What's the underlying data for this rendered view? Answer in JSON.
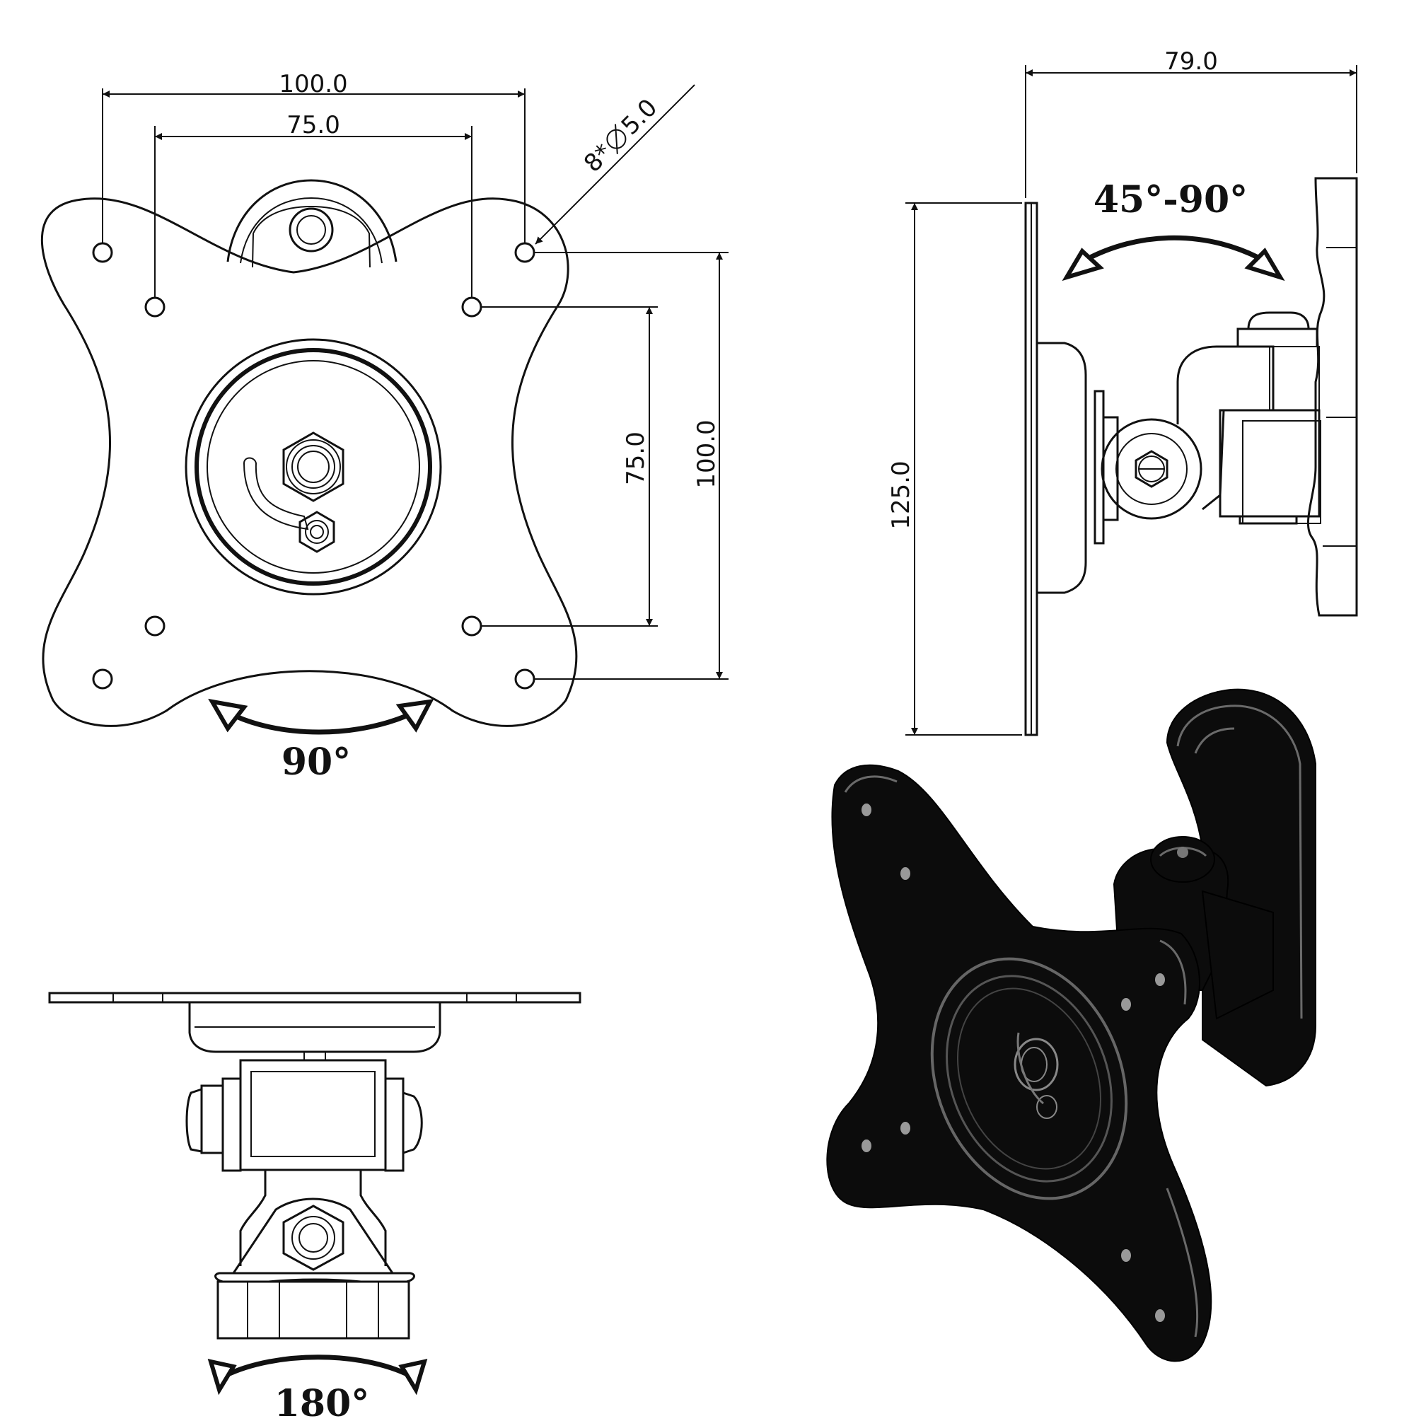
{
  "front_view": {
    "dims": {
      "outer_width": "100.0",
      "inner_width": "75.0",
      "hole_spec": "8*",
      "hole_diameter": "5.0",
      "inner_height": "75.0",
      "outer_height": "100.0"
    },
    "rotation_label": "90°"
  },
  "side_view": {
    "dims": {
      "depth": "79.0",
      "plate_height": "125.0"
    },
    "tilt_label": "45°-90°"
  },
  "top_view": {
    "swivel_label": "180°"
  },
  "colors": {
    "line": "#111111",
    "render_fill": "#0c0c0c",
    "background": "#ffffff"
  }
}
